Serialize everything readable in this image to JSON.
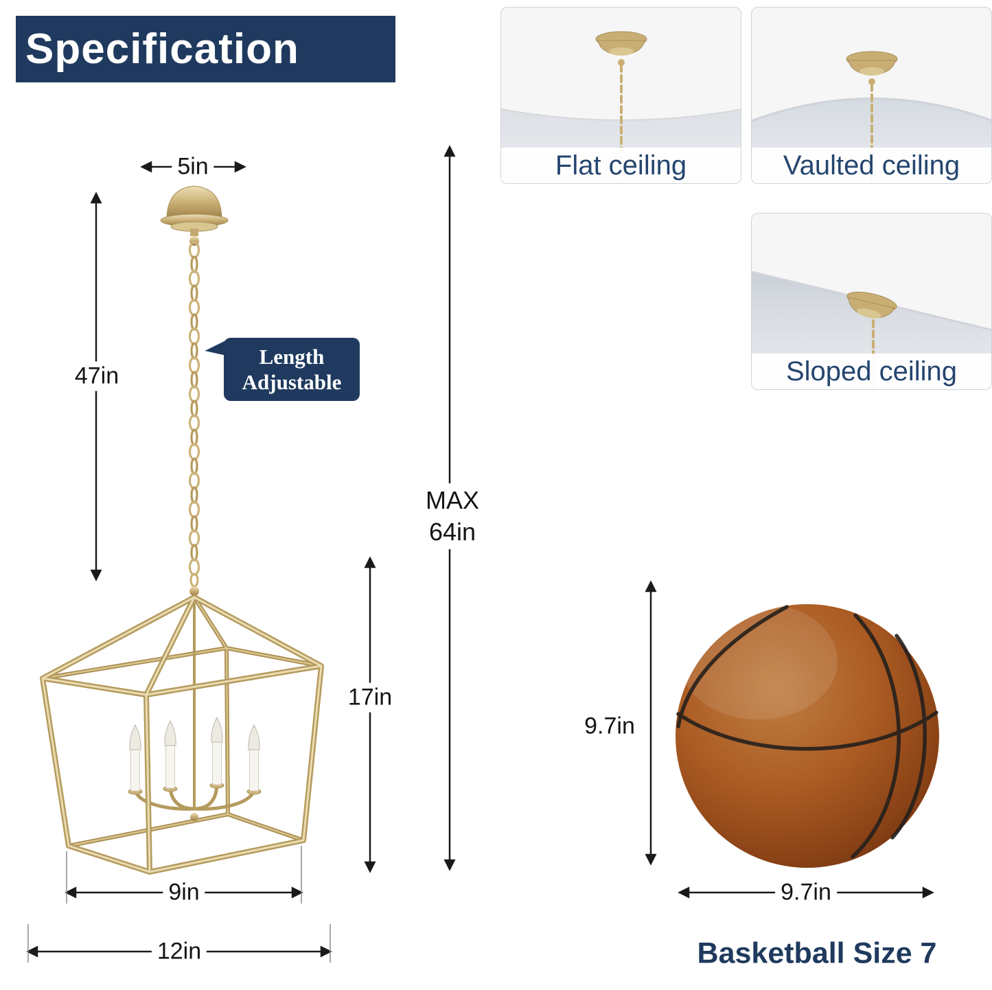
{
  "title": "Specification",
  "chandelier": {
    "canopy_width": "5in",
    "chain_length": "47in",
    "adjustable": {
      "line1": "Length",
      "line2": "Adjustable"
    },
    "max_height": {
      "line1": "MAX",
      "line2": "64in"
    },
    "cage_height": "17in",
    "inner_width": "9in",
    "outer_width": "12in"
  },
  "ceilings": [
    {
      "id": "flat",
      "label": "Flat ceiling"
    },
    {
      "id": "vaulted",
      "label": "Vaulted ceiling"
    },
    {
      "id": "sloped",
      "label": "Sloped ceiling"
    }
  ],
  "basketball": {
    "height": "9.7in",
    "width": "9.7in",
    "caption": "Basketball Size 7"
  },
  "colors": {
    "navy": "#1f3a5e",
    "gold": "#c3a96f",
    "basketball_orange": "#b45f27",
    "dimension_text": "#141414"
  }
}
